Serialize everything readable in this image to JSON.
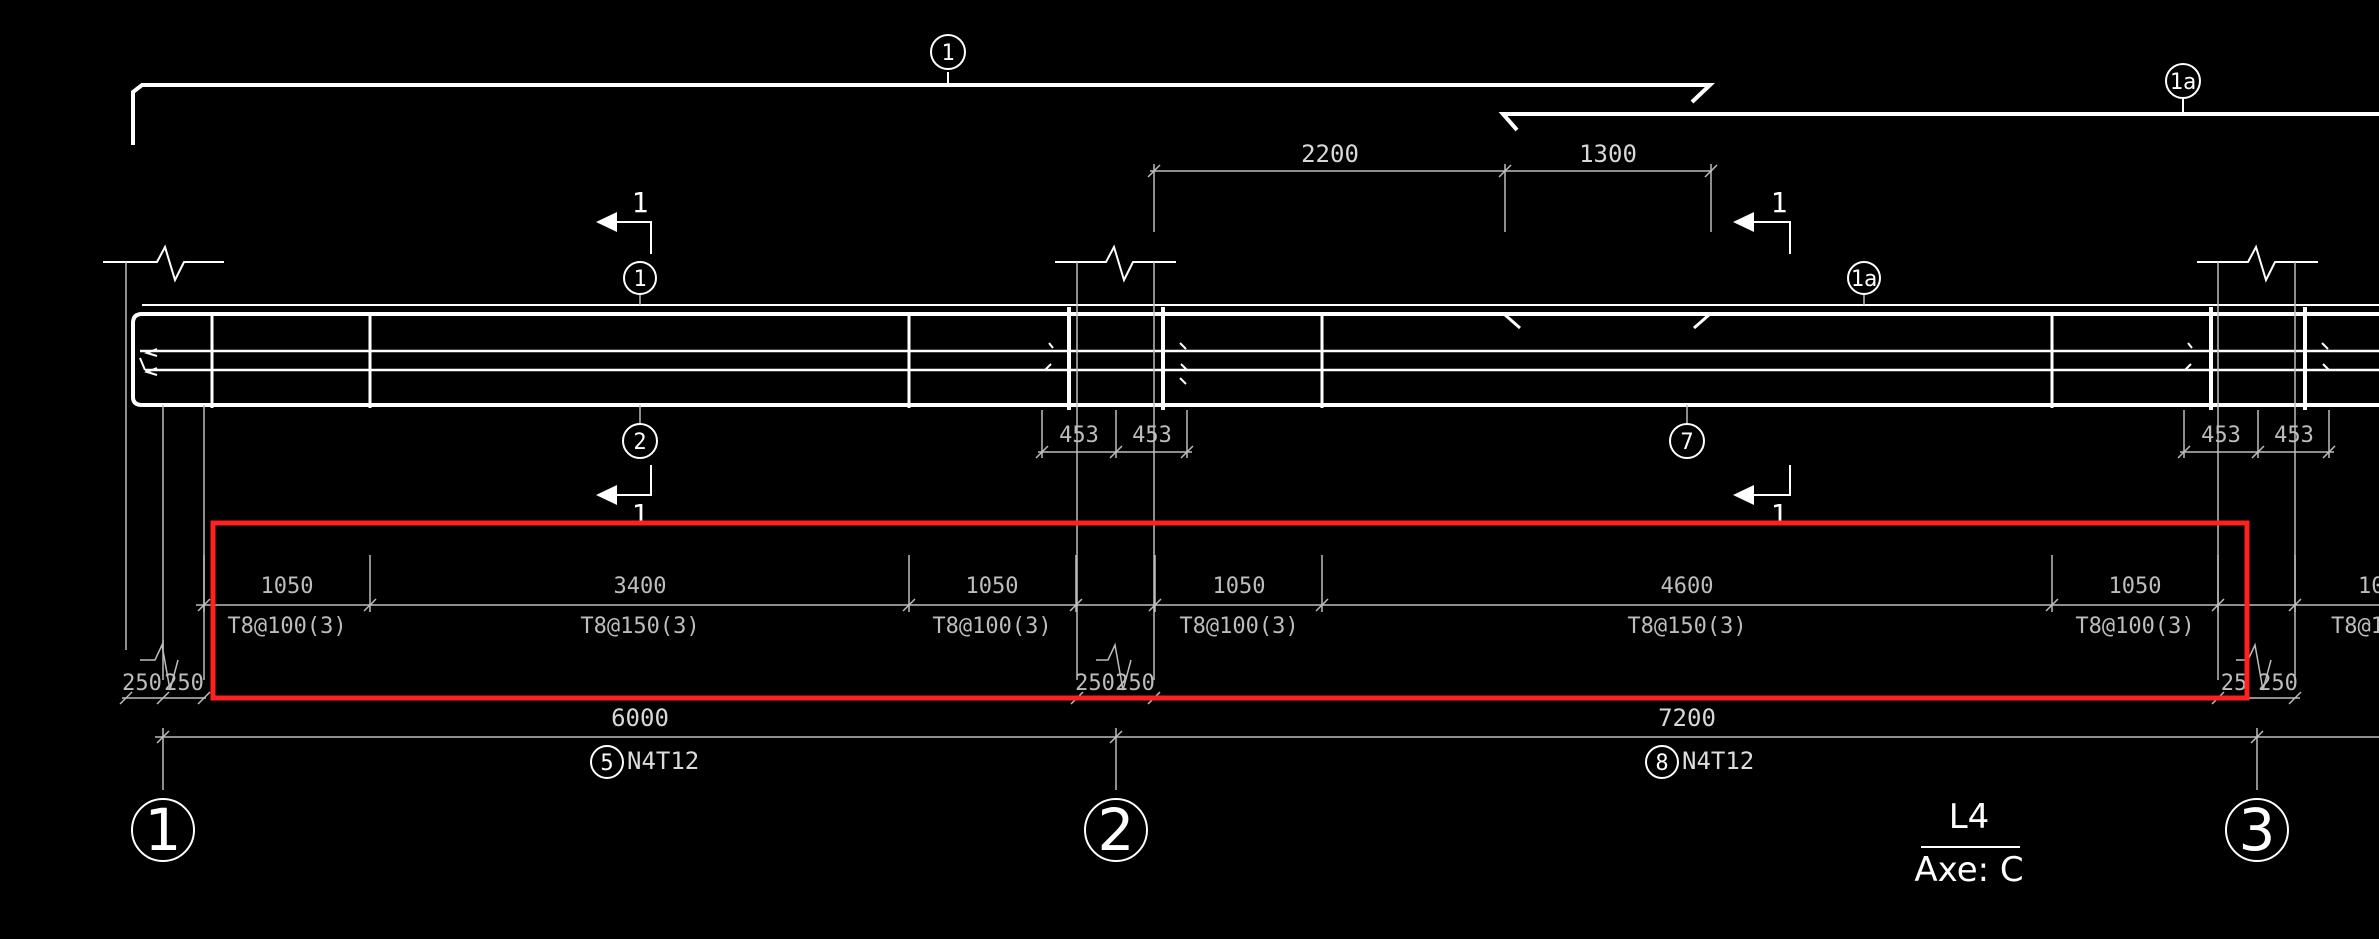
{
  "drawing": {
    "title": "L4",
    "subtitle": "Axe: C",
    "highlight_color": "#ff2020",
    "line_color": "#ffffff",
    "background": "#000000"
  },
  "bars_top": {
    "b1": "1",
    "b1a": "1a"
  },
  "top_dims": {
    "d1": "2200",
    "d2": "1300"
  },
  "section_marks": {
    "s1": "1",
    "s2": "1",
    "s3": "1",
    "s4": "1"
  },
  "beam_bubbles": {
    "top1": "1",
    "top1a": "1a",
    "bot2": "2",
    "bot7": "7"
  },
  "support_dims": {
    "a": "453",
    "b": "453",
    "c": "453",
    "d": "453"
  },
  "stirrup_zones": [
    {
      "len": "1050",
      "spec": "T8@100(3)"
    },
    {
      "len": "3400",
      "spec": "T8@150(3)"
    },
    {
      "len": "1050",
      "spec": "T8@100(3)"
    },
    {
      "len": "1050",
      "spec": "T8@100(3)"
    },
    {
      "len": "4600",
      "spec": "T8@150(3)"
    },
    {
      "len": "1050",
      "spec": "T8@100(3)"
    },
    {
      "len": "10",
      "spec": "T8@1"
    }
  ],
  "column_dims": {
    "c1a": "250",
    "c1b": "250",
    "c2a": "250",
    "c2b": "250",
    "c3a": "25",
    "c3b": "250"
  },
  "spans": {
    "s1": "6000",
    "s2": "7200"
  },
  "bottom_bars": [
    {
      "num": "5",
      "spec": "N4T12"
    },
    {
      "num": "8",
      "spec": "N4T12"
    }
  ],
  "axes": {
    "a1": "1",
    "a2": "2",
    "a3": "3"
  }
}
